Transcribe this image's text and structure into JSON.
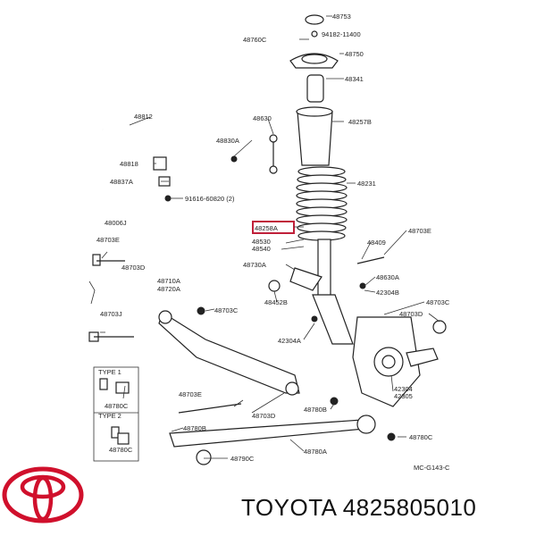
{
  "diagram": {
    "code": "MC-G143-C",
    "highlighted_part": "48258A",
    "type_labels": [
      "TYPE 1",
      "TYPE 2"
    ],
    "callouts": [
      {
        "id": "48753",
        "text": "48753"
      },
      {
        "id": "48760C",
        "text": "48760C"
      },
      {
        "id": "94182",
        "text": "94182-11400"
      },
      {
        "id": "48750",
        "text": "48750"
      },
      {
        "id": "48341",
        "text": "48341"
      },
      {
        "id": "48812",
        "text": "48812"
      },
      {
        "id": "48630",
        "text": "48630"
      },
      {
        "id": "48257B",
        "text": "48257B"
      },
      {
        "id": "48830A",
        "text": "48830A"
      },
      {
        "id": "48818",
        "text": "48818"
      },
      {
        "id": "48837A",
        "text": "48837A"
      },
      {
        "id": "48231",
        "text": "48231"
      },
      {
        "id": "91616",
        "text": "91616-60820 (2)"
      },
      {
        "id": "48006J",
        "text": "48006J"
      },
      {
        "id": "48530",
        "text": "48530"
      },
      {
        "id": "48540",
        "text": "48540"
      },
      {
        "id": "48409",
        "text": "48409"
      },
      {
        "id": "48703E_r",
        "text": "48703E"
      },
      {
        "id": "48703E_l",
        "text": "48703E"
      },
      {
        "id": "48703D_l",
        "text": "48703D"
      },
      {
        "id": "48730A",
        "text": "48730A"
      },
      {
        "id": "48630A",
        "text": "48630A"
      },
      {
        "id": "48710A",
        "text": "48710A"
      },
      {
        "id": "48720A",
        "text": "48720A"
      },
      {
        "id": "42304B",
        "text": "42304B"
      },
      {
        "id": "48452B",
        "text": "48452B"
      },
      {
        "id": "48703C_r",
        "text": "48703C"
      },
      {
        "id": "48703C_m",
        "text": "48703C"
      },
      {
        "id": "48703J",
        "text": "48703J"
      },
      {
        "id": "48703D_r",
        "text": "48703D"
      },
      {
        "id": "42304A",
        "text": "42304A"
      },
      {
        "id": "48780C_1",
        "text": "48780C"
      },
      {
        "id": "48703E_b",
        "text": "48703E"
      },
      {
        "id": "42304",
        "text": "42304"
      },
      {
        "id": "42305",
        "text": "42305"
      },
      {
        "id": "48703D_b",
        "text": "48703D"
      },
      {
        "id": "48780B",
        "text": "48780B"
      },
      {
        "id": "48780C_2",
        "text": "48780C"
      },
      {
        "id": "48780C_r",
        "text": "48780C"
      },
      {
        "id": "48790C",
        "text": "48790C"
      },
      {
        "id": "48780A",
        "text": "48780A"
      }
    ]
  },
  "footer": {
    "brand_text": "TOYOTA 4825805010"
  }
}
